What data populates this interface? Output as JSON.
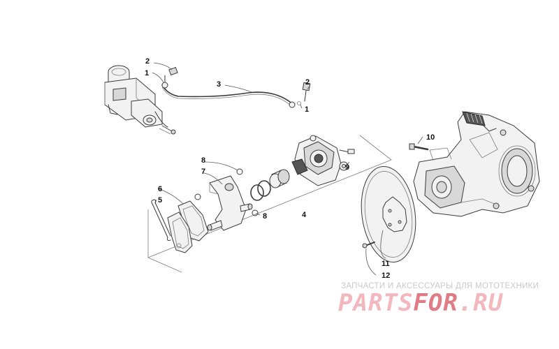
{
  "callouts": [
    {
      "id": "c2a",
      "label": "2"
    },
    {
      "id": "c1a",
      "label": "1"
    },
    {
      "id": "c3",
      "label": "3"
    },
    {
      "id": "c2b",
      "label": "2"
    },
    {
      "id": "c1b",
      "label": "1"
    },
    {
      "id": "c8a",
      "label": "8"
    },
    {
      "id": "c7",
      "label": "7"
    },
    {
      "id": "c6",
      "label": "6"
    },
    {
      "id": "c5",
      "label": "5"
    },
    {
      "id": "c8b",
      "label": "8"
    },
    {
      "id": "c4",
      "label": "4"
    },
    {
      "id": "c9",
      "label": "9"
    },
    {
      "id": "c10",
      "label": "10"
    },
    {
      "id": "c11",
      "label": "11"
    },
    {
      "id": "c12",
      "label": "12"
    }
  ],
  "watermark": {
    "tagline": "ЗАПЧАСТИ И АКСЕССУАРЫ ДЛЯ МОТОТЕХНИКИ",
    "brand_part1": "PARTS",
    "brand_part2": "FOR",
    "brand_part3": ".RU"
  }
}
